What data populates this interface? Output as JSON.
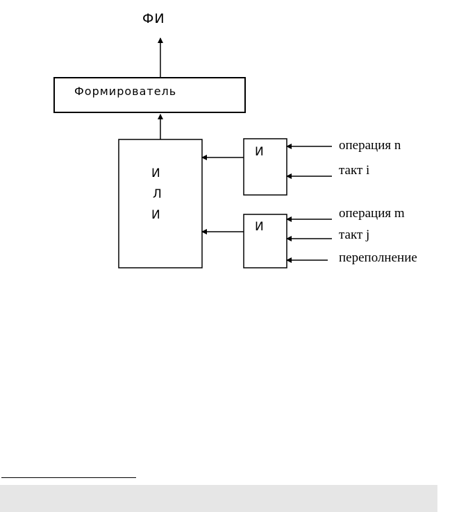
{
  "diagram": {
    "output_label": "ФИ",
    "shaper_label": "Формирователь",
    "or_gate_label": [
      "И",
      "Л",
      "И"
    ],
    "and_gate_top_label": "И",
    "and_gate_bottom_label": "И",
    "inputs_top": [
      "операция n",
      "такт i"
    ],
    "inputs_bottom": [
      "операция m",
      "такт j",
      "переполнение"
    ]
  }
}
